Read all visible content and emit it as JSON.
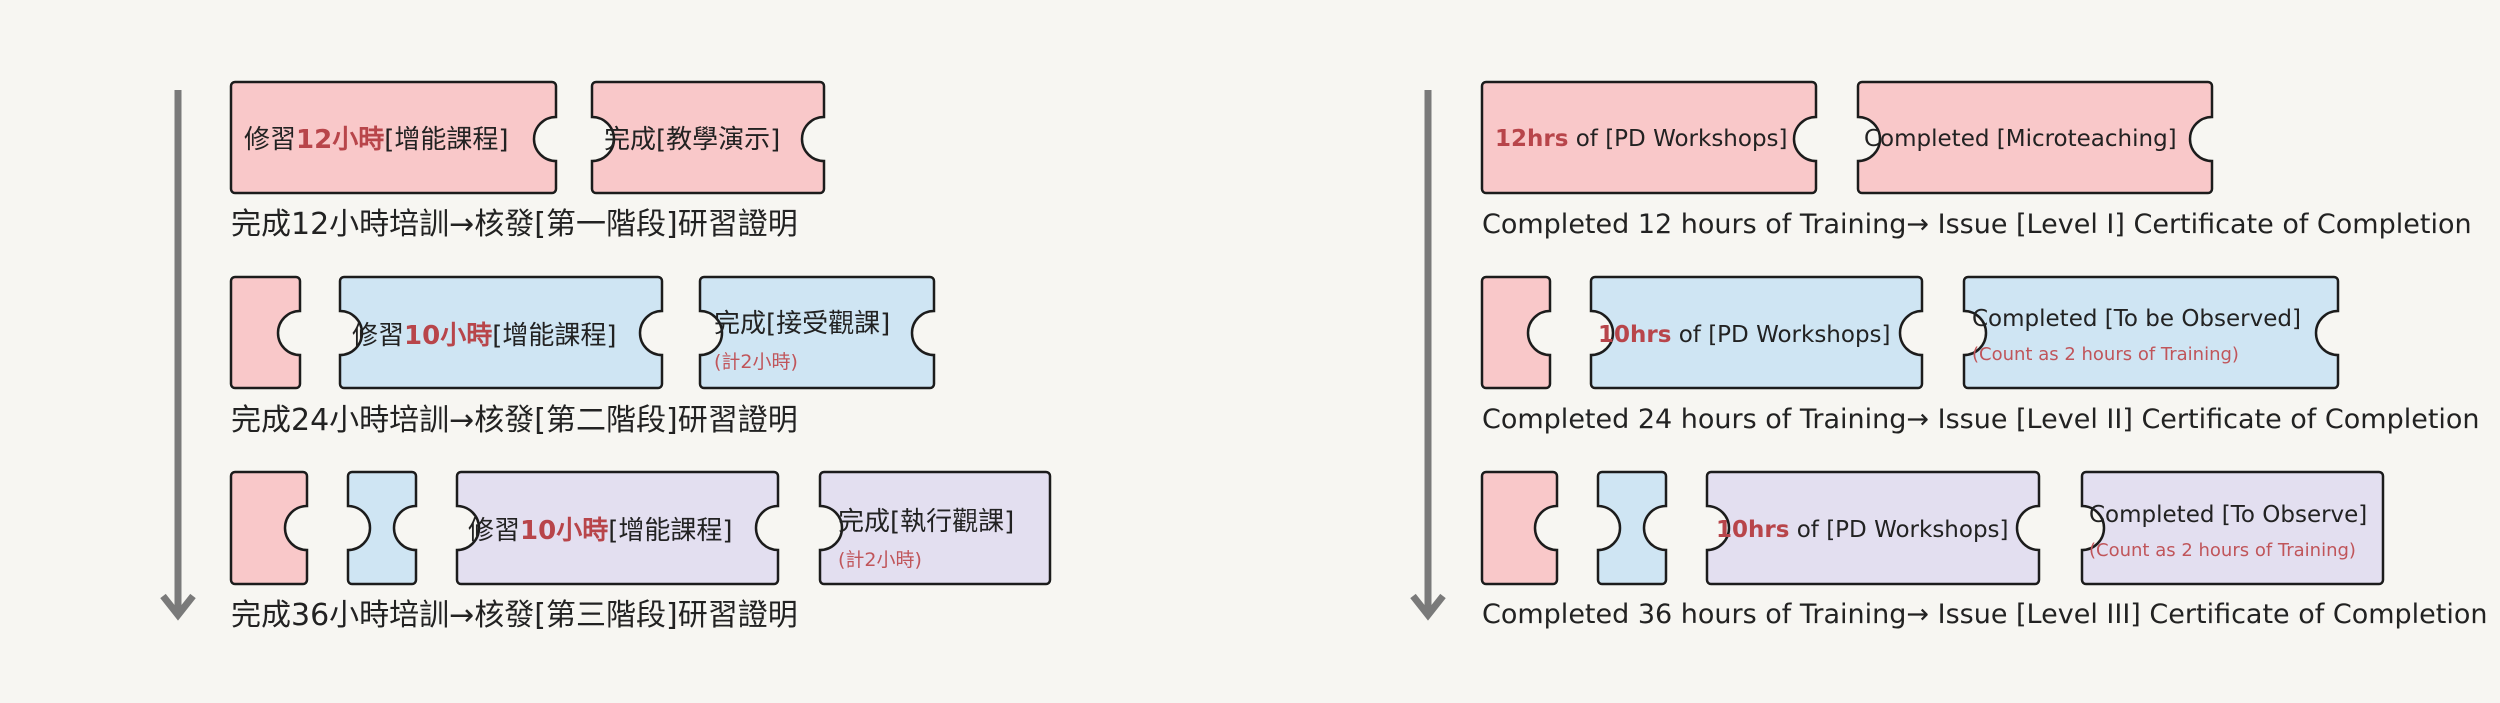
{
  "colors": {
    "pink": "#f9c8c9",
    "blue": "#cfe5f3",
    "lavender": "#e3dff0",
    "highlight_red": "#b8454a",
    "sub_red": "#c0555a",
    "stroke": "#1c1c1c",
    "arrow": "#7a7a7a",
    "background": "#f7f6f2"
  },
  "chinese": {
    "level1": {
      "piece1": {
        "prefix": "修習",
        "hours": "12小時",
        "suffix": "[增能課程]"
      },
      "piece2": {
        "label": "完成[教學演示]"
      },
      "caption": "完成12小時培訓→核發[第一階段]研習證明"
    },
    "level2": {
      "piece1": {
        "prefix": "修習",
        "hours": "10小時",
        "suffix": "[增能課程]"
      },
      "piece2": {
        "label": "完成[接受觀課]",
        "note": "(計2小時)"
      },
      "caption": "完成24小時培訓→核發[第二階段]研習證明"
    },
    "level3": {
      "piece1": {
        "prefix": "修習",
        "hours": "10小時",
        "suffix": "[增能課程]"
      },
      "piece2": {
        "label": "完成[執行觀課]",
        "note": "(計2小時)"
      },
      "caption": "完成36小時培訓→核發[第三階段]研習證明"
    }
  },
  "english": {
    "level1": {
      "piece1": {
        "hours": "12hrs",
        "suffix": " of [PD Workshops]"
      },
      "piece2": {
        "label": "Completed [Microteaching]"
      },
      "caption": "Completed 12 hours of Training→ Issue [Level I] Certificate of Completion"
    },
    "level2": {
      "piece1": {
        "hours": "10hrs",
        "suffix": " of [PD Workshops]"
      },
      "piece2": {
        "label": "Completed [To be Observed]",
        "note": "(Count as 2 hours of Training)"
      },
      "caption": "Completed 24 hours of Training→ Issue [Level II] Certificate of Completion"
    },
    "level3": {
      "piece1": {
        "hours": "10hrs",
        "suffix": " of [PD Workshops]"
      },
      "piece2": {
        "label": "Completed [To Observe]",
        "note": "(Count as 2 hours of Training)"
      },
      "caption": "Completed 36 hours of Training→ Issue [Level III] Certificate of Completion"
    }
  }
}
